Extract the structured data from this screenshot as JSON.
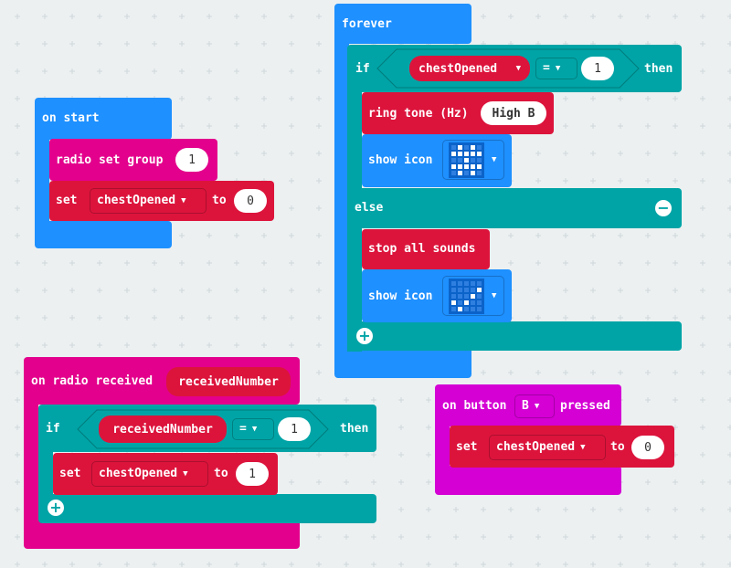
{
  "colors": {
    "events": "#1e90ff",
    "radio": "#e3008c",
    "variables": "#dc143c",
    "logic": "#00a4a6",
    "input": "#d400d4"
  },
  "forever": {
    "label": "forever",
    "if_label": "if",
    "variable": "chestOpened",
    "operator": "=",
    "value": "1",
    "then_label": "then",
    "ring_tone_label": "ring tone (Hz)",
    "ring_tone_value": "High B",
    "show_icon_label": "show icon",
    "else_label": "else",
    "stop_sounds_label": "stop all sounds",
    "show_icon_label2": "show icon",
    "icon1": [
      0,
      1,
      0,
      1,
      0,
      1,
      1,
      1,
      1,
      1,
      0,
      0,
      1,
      0,
      0,
      1,
      1,
      1,
      1,
      1,
      0,
      1,
      0,
      1,
      0
    ],
    "icon2": [
      0,
      0,
      0,
      0,
      0,
      0,
      0,
      0,
      0,
      1,
      0,
      0,
      0,
      1,
      0,
      1,
      0,
      1,
      0,
      0,
      0,
      1,
      0,
      0,
      0
    ],
    "icon1_name": "skull-pattern-icon",
    "icon2_name": "checkmark-pattern-icon"
  },
  "on_start": {
    "label": "on start",
    "radio_group_label": "radio set group",
    "radio_group_value": "1",
    "set_label": "set",
    "variable": "chestOpened",
    "to_label": "to",
    "value": "0"
  },
  "on_radio": {
    "label": "on radio received",
    "param": "receivedNumber",
    "if_label": "if",
    "variable": "receivedNumber",
    "operator": "=",
    "value": "1",
    "then_label": "then",
    "set_label": "set",
    "set_variable": "chestOpened",
    "to_label": "to",
    "set_value": "1"
  },
  "on_button": {
    "label": "on button",
    "button": "B",
    "pressed_label": "pressed",
    "set_label": "set",
    "variable": "chestOpened",
    "to_label": "to",
    "value": "0"
  }
}
